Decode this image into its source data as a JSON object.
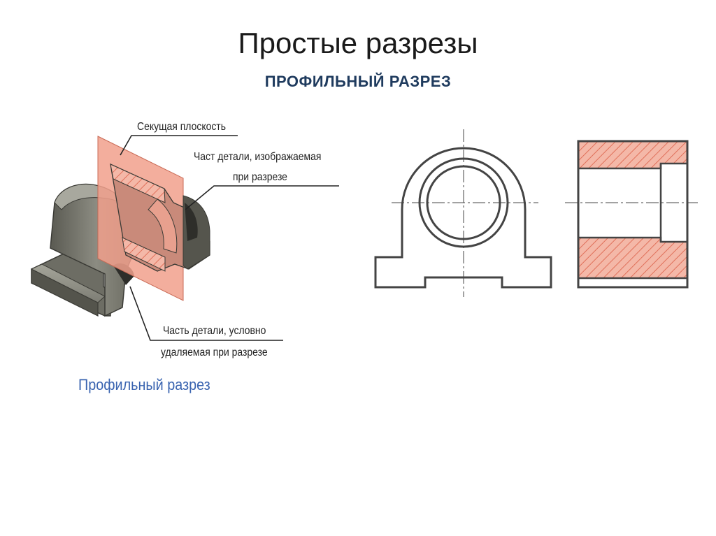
{
  "slide": {
    "title": "Простые разрезы",
    "subtitle": "ПРОФИЛЬНЫЙ РАЗРЕЗ"
  },
  "isometric": {
    "caption": "Профильный разрез",
    "labels": {
      "cutting_plane": "Секущая плоскость",
      "visible_part_line1": "Част детали, изображаемая",
      "visible_part_line2": "при разрезе",
      "removed_part_line1": "Часть детали, условно",
      "removed_part_line2": "удаляемая при разрезе"
    }
  },
  "colors": {
    "hatch_fill": "#f4b8a8",
    "hatch_line": "#e0705a",
    "plane": "#f1a08c",
    "solid_dark": "#5e5e55",
    "solid_light": "#9a9a90",
    "outline": "#333333",
    "caption_blue": "#3a64b0",
    "subtitle_navy": "#1f3b5e"
  }
}
